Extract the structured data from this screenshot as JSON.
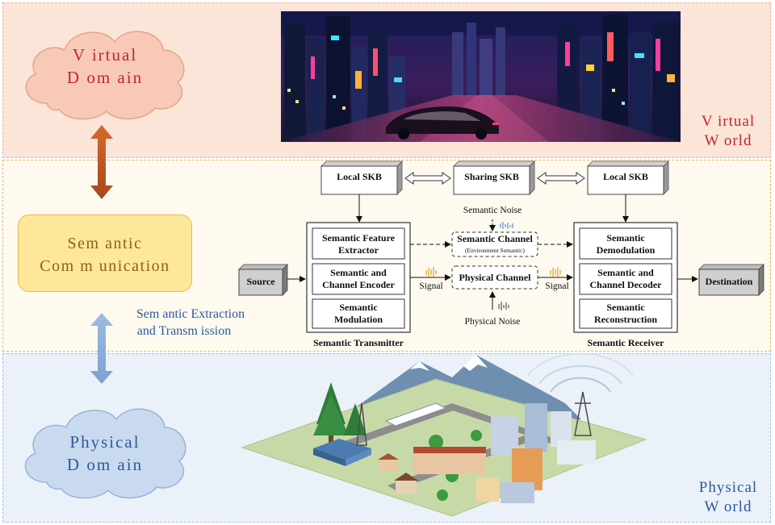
{
  "virtual": {
    "domain_line1": "V irtual",
    "domain_line2": "D om ain",
    "world_line1": "V irtual",
    "world_line2": "W orld"
  },
  "semantic": {
    "box_line1": "Sem antic",
    "box_line2": "Com m unication",
    "extract_line1": "Sem antic Extraction",
    "extract_line2": "and Transm ission"
  },
  "physical": {
    "domain_line1": "Physical",
    "domain_line2": "D om ain",
    "world_line1": "Physical",
    "world_line2": "W orld"
  },
  "flow": {
    "local_skb_left": "Local SKB",
    "sharing_skb": "Sharing SKB",
    "local_skb_right": "Local SKB",
    "semantic_noise": "Semantic Noise",
    "physical_noise": "Physical Noise",
    "source": "Source",
    "destination": "Destination",
    "signal_left": "Signal",
    "signal_right": "Signal",
    "transmitter": {
      "label": "Semantic Transmitter",
      "feature_1": "Semantic Feature",
      "feature_2": "Extractor",
      "encoder_1": "Semantic and",
      "encoder_2": "Channel Encoder",
      "modulation_1": "Semantic",
      "modulation_2": "Modulation"
    },
    "receiver": {
      "label": "Semantic Receiver",
      "demod_1": "Semantic",
      "demod_2": "Demodulation",
      "decoder_1": "Semantic and",
      "decoder_2": "Channel Decoder",
      "recon_1": "Semantic",
      "recon_2": "Reconstruction"
    },
    "semantic_channel": "Semantic Channel",
    "semantic_channel_sub": "(Environment Semantic)",
    "physical_channel": "Physical Channel"
  },
  "colors": {
    "virtual_accent": "#c0262e",
    "physical_accent": "#2c5a9a",
    "semantic_accent": "#8c6212",
    "arrow_up": "#c0622b",
    "arrow_down": "#8aaed8"
  }
}
